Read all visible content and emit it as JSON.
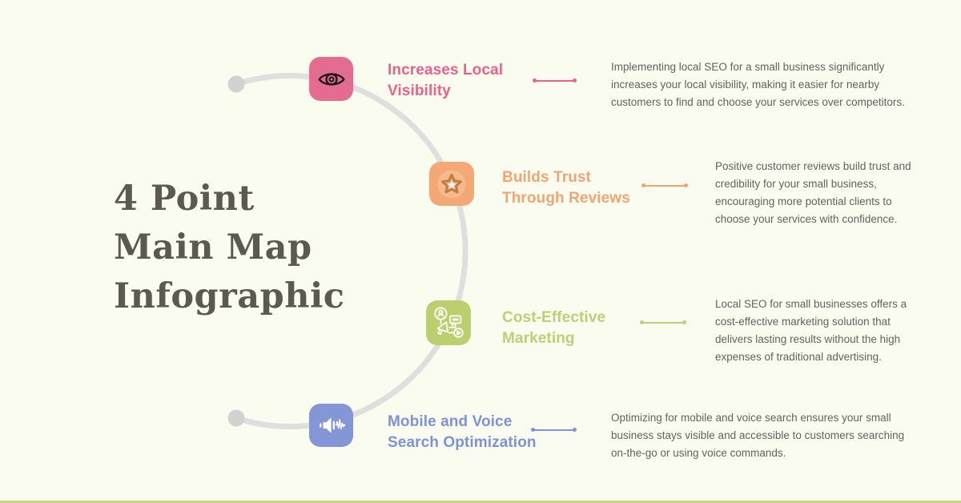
{
  "canvas": {
    "background_color": "#fbfcf0",
    "bottom_strip_color": "#ccd584",
    "curve_color": "#dfdfdf",
    "curve_endpoint_color": "#d2d2d2"
  },
  "main_title": {
    "text": "4 Point Main Map Infographic",
    "line1": "4 Point",
    "line2": "Main Map",
    "line3": "Infographic",
    "color": "#5b5950"
  },
  "points": [
    {
      "title": "Increases Local Visibility",
      "description": "Implementing local SEO for a small business significantly increases your local visibility, making it easier for nearby customers to find and choose your services over competitors.",
      "icon": "eye-icon",
      "accent_color": "#e9628b",
      "icon_bg_color": "#e56c91"
    },
    {
      "title": "Builds Trust Through Reviews",
      "description": "Positive customer reviews build trust and credibility for your small business, encouraging more potential clients to choose your services with confidence.",
      "icon": "star-badge-icon",
      "accent_color": "#f2a573",
      "icon_bg_color": "#f4a876"
    },
    {
      "title": "Cost-Effective Marketing",
      "description": "Local SEO for small businesses offers a cost-effective marketing solution that delivers lasting results without the high expenses of traditional advertising.",
      "icon": "marketing-megaphone-icon",
      "accent_color": "#bccf74",
      "icon_bg_color": "#bccf6f"
    },
    {
      "title": "Mobile and Voice Search Optimization",
      "description": "Optimizing for mobile and voice search ensures your small business stays visible and accessible to customers searching on-the-go or using voice commands.",
      "icon": "speaker-waveform-icon",
      "accent_color": "#7e93d2",
      "icon_bg_color": "#8496d6"
    }
  ]
}
